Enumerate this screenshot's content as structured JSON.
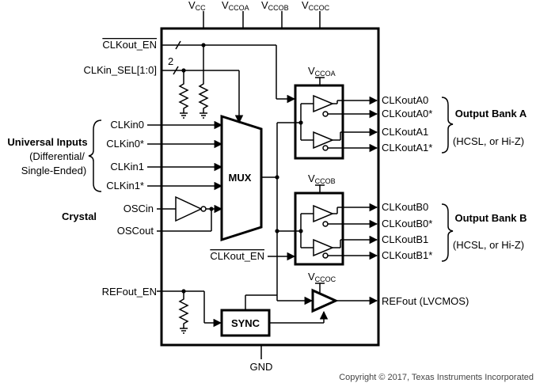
{
  "supplies": {
    "vcc": {
      "main": "V",
      "sub": "CC"
    },
    "vccoa": {
      "main": "V",
      "sub": "CCOA"
    },
    "vccob": {
      "main": "V",
      "sub": "CCOB"
    },
    "vccoc": {
      "main": "V",
      "sub": "CCOC"
    }
  },
  "inputs": {
    "clkout_en": "CLKout_EN",
    "clkin_sel": "CLKin_SEL[1:0]",
    "clkin_sel_width": "2",
    "clkin0": "CLKin0",
    "clkin0n": "CLKin0*",
    "clkin1": "CLKin1",
    "clkin1n": "CLKin1*",
    "oscin": "OSCin",
    "oscout": "OSCout",
    "refout_en": "REFout_EN"
  },
  "groups": {
    "universal_title": "Universal Inputs",
    "universal_line2": "(Differential/",
    "universal_line3": "Single-Ended)",
    "crystal": "Crystal"
  },
  "blocks": {
    "mux": "MUX",
    "sync": "SYNC"
  },
  "outputs_a": [
    "CLKoutA0",
    "CLKoutA0*",
    "CLKoutA1",
    "CLKoutA1*"
  ],
  "outputs_b": [
    "CLKoutB0",
    "CLKoutB0*",
    "CLKoutB1",
    "CLKoutB1*"
  ],
  "bank_a": {
    "title": "Output Bank A",
    "mode": "(HCSL, or Hi-Z)"
  },
  "bank_b": {
    "title": "Output Bank B",
    "mode": "(HCSL, or Hi-Z)"
  },
  "refout": "REFout (LVCMOS)",
  "gnd": "GND",
  "copyright": "Copyright © 2017, Texas Instruments Incorporated"
}
